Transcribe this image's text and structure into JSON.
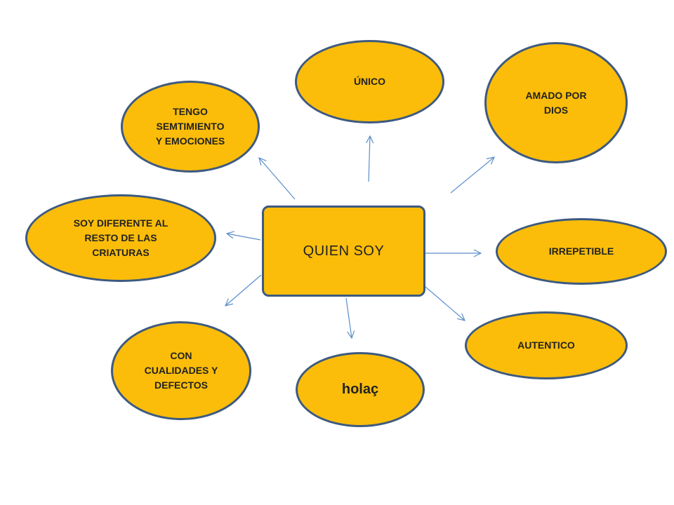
{
  "center": {
    "label": "QUIEN  SOY"
  },
  "nodes": {
    "unico": "ÚNICO",
    "amado": "AMADO  POR\nDIOS",
    "tengo": "TENGO\nSEMTIMIENTO\nY EMOCIONES",
    "soy": "SOY DIFERENTE AL\nRESTO DE LAS\nCRIATURAS",
    "irrepetible": "IRREPETIBLE",
    "autentico": "AUTENTICO",
    "holac": "holaç",
    "con": "CON\nCUALIDADES Y\nDEFECTOS"
  },
  "colors": {
    "fill": "#fbbd0a",
    "border": "#3d5a80",
    "arrow": "#5b8fc9"
  }
}
